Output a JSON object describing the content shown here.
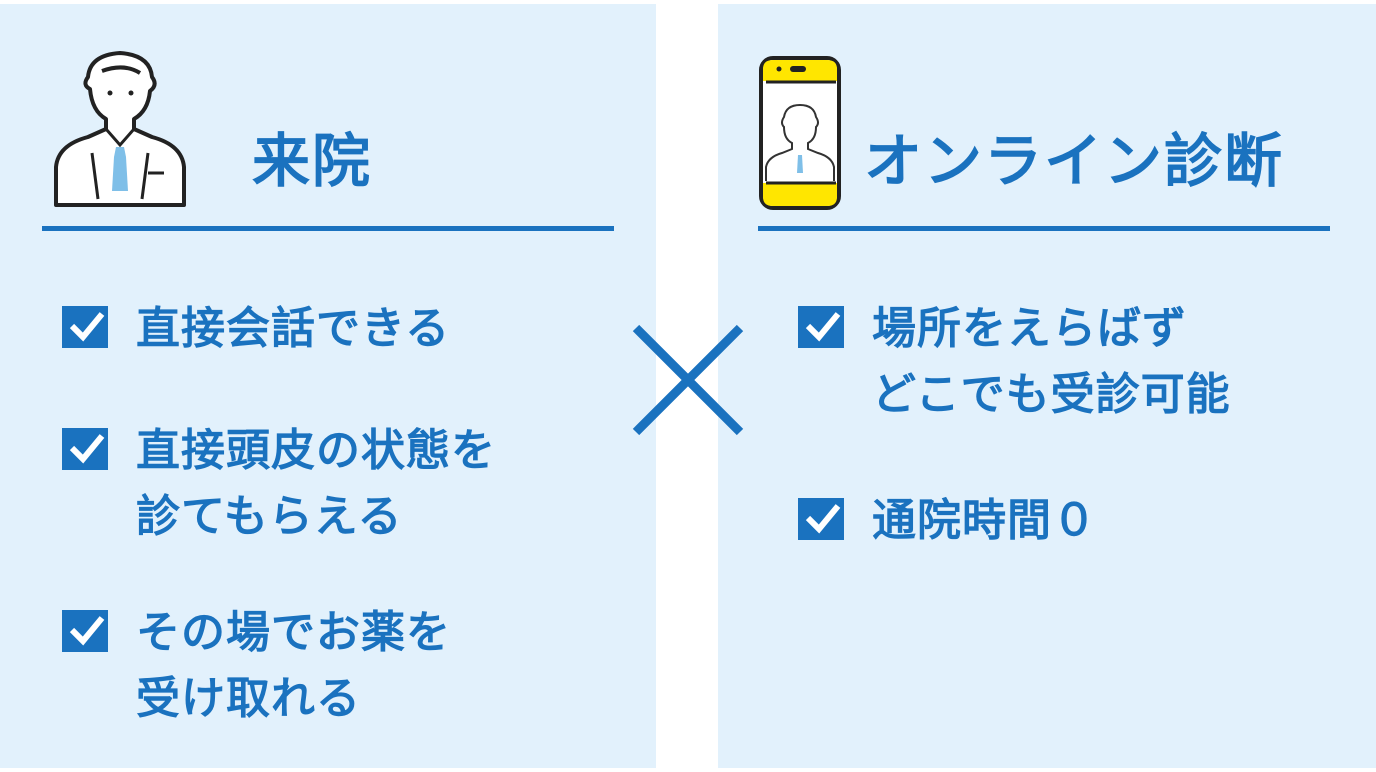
{
  "left": {
    "title": "来院",
    "items": [
      {
        "lines": [
          "直接会話できる"
        ]
      },
      {
        "lines": [
          "直接頭皮の状態を",
          "診てもらえる"
        ]
      },
      {
        "lines": [
          "その場でお薬を",
          "受け取れる"
        ]
      }
    ]
  },
  "right": {
    "title": "オンライン診断",
    "items": [
      {
        "lines": [
          "場所をえらばず",
          "どこでも受診可能"
        ]
      },
      {
        "lines": [
          "通院時間０"
        ]
      }
    ]
  },
  "colors": {
    "accent": "#1a72bf",
    "panel": "#e2f1fc",
    "phone": "#ffe600"
  }
}
